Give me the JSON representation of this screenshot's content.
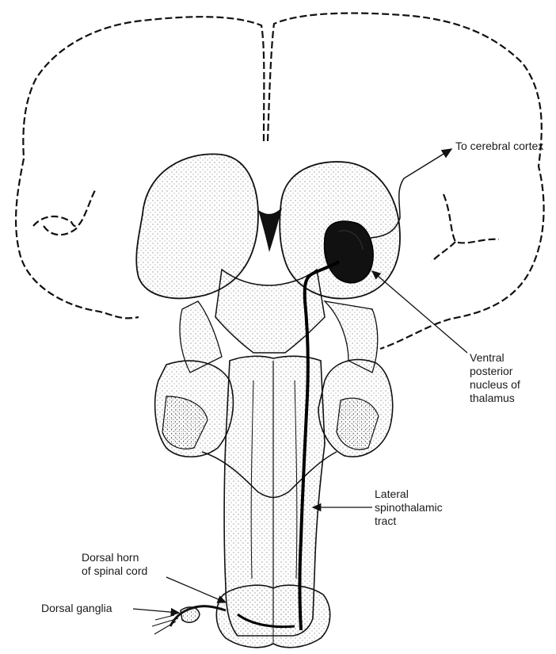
{
  "labels": {
    "cortex": "To cerebral cortex",
    "vpn": [
      "Ventral",
      "posterior",
      "nucleus of",
      "thalamus"
    ],
    "tract": [
      "Lateral",
      "spinothalamic",
      "tract"
    ],
    "horn": [
      "Dorsal horn",
      "of spinal cord"
    ],
    "ganglia": "Dorsal ganglia"
  }
}
